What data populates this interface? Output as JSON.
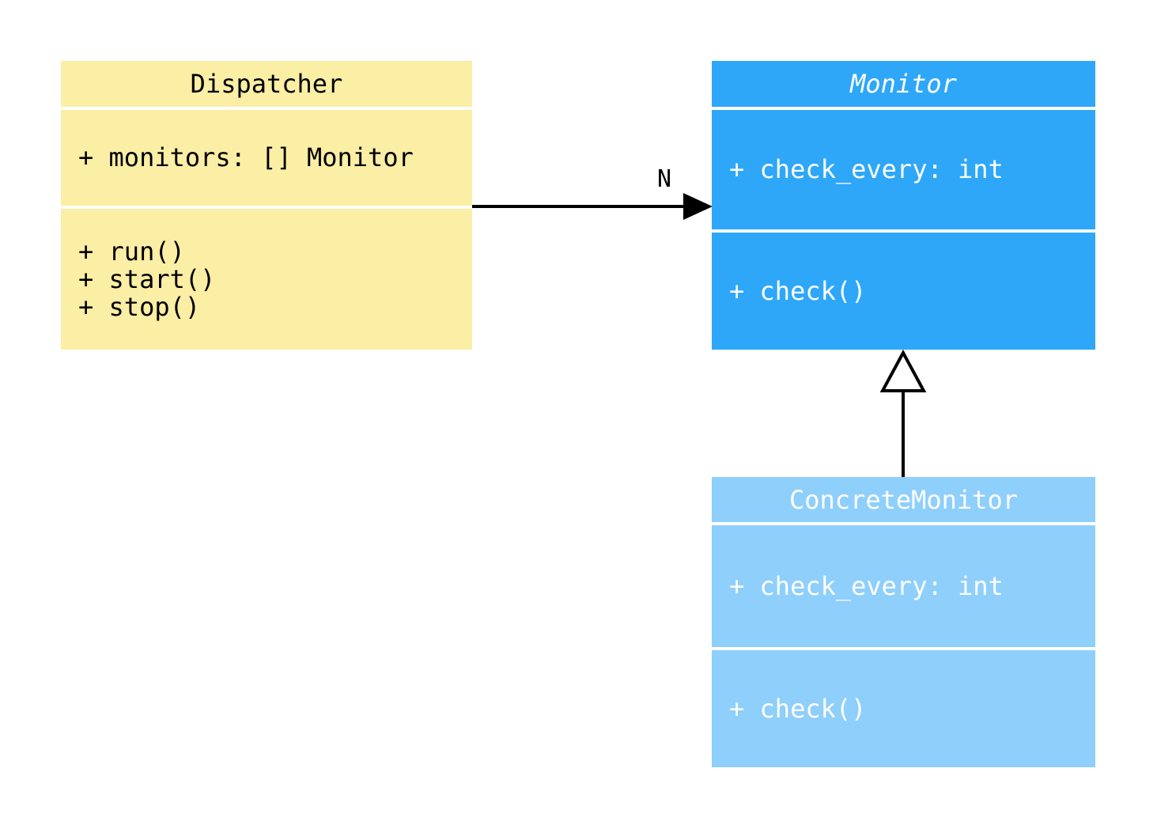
{
  "diagram": {
    "classes": [
      {
        "name": "Dispatcher",
        "italic": false,
        "fill_color": "#FBEEA5",
        "text_color": "#000000",
        "attributes": [
          "+ monitors: [] Monitor"
        ],
        "methods": [
          "+ run()",
          "+ start()",
          "+ stop()"
        ]
      },
      {
        "name": "Monitor",
        "italic": true,
        "fill_color": "#2EA7F9",
        "text_color": "#FFFFFF",
        "attributes": [
          "+ check_every: int"
        ],
        "methods": [
          "+ check()"
        ]
      },
      {
        "name": "ConcreteMonitor",
        "italic": false,
        "fill_color": "#8FCFFB",
        "text_color": "#FFFFFF",
        "attributes": [
          "+ check_every: int"
        ],
        "methods": [
          "+ check()"
        ]
      }
    ],
    "relations": [
      {
        "type": "association-arrow",
        "from": "Dispatcher",
        "to": "Monitor",
        "label": "N"
      },
      {
        "type": "inheritance-arrow",
        "from": "ConcreteMonitor",
        "to": "Monitor",
        "label": ""
      }
    ],
    "line_color": "#000000"
  }
}
